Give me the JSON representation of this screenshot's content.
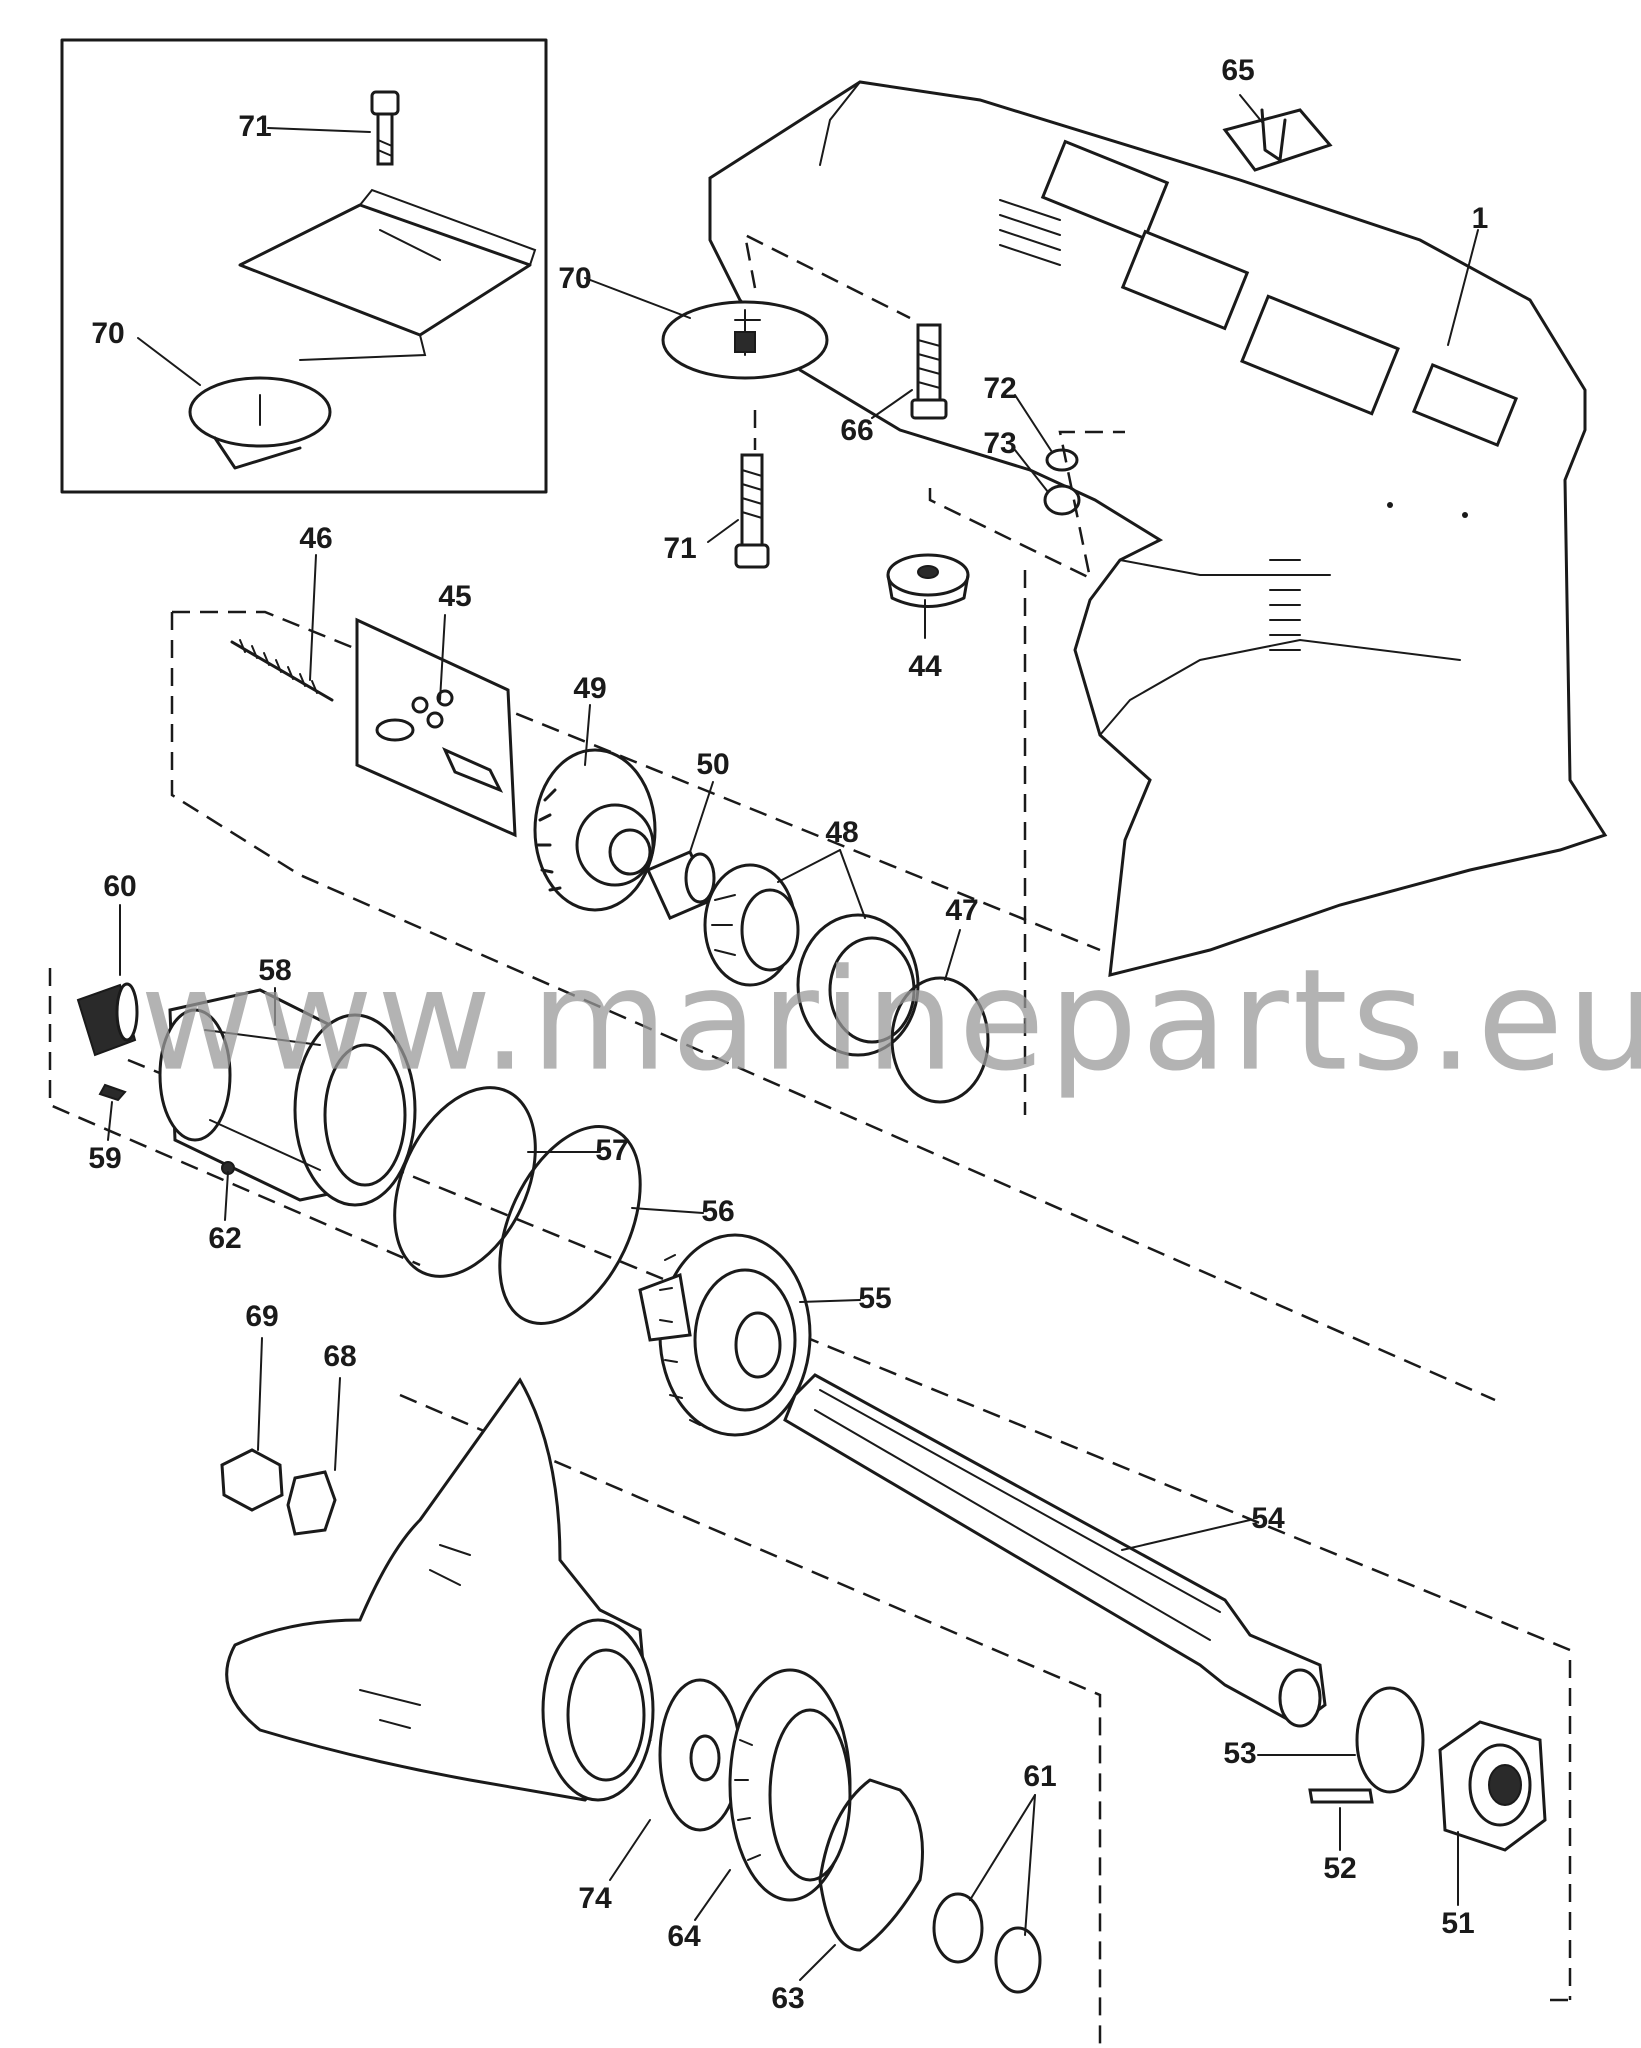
{
  "watermark": "www.marineparts.eu",
  "callouts": {
    "c1": "1",
    "c44": "44",
    "c45": "45",
    "c46": "46",
    "c47": "47",
    "c48": "48",
    "c49": "49",
    "c50": "50",
    "c51": "51",
    "c52": "52",
    "c53": "53",
    "c54": "54",
    "c55": "55",
    "c56": "56",
    "c57": "57",
    "c58": "58",
    "c59": "59",
    "c60": "60",
    "c61": "61",
    "c62": "62",
    "c63": "63",
    "c64": "64",
    "c65": "65",
    "c66": "66",
    "c68": "68",
    "c69": "69",
    "c70": "70",
    "c70_inset": "70",
    "c71": "71",
    "c71_inset": "71",
    "c72": "72",
    "c73": "73",
    "c74": "74"
  }
}
